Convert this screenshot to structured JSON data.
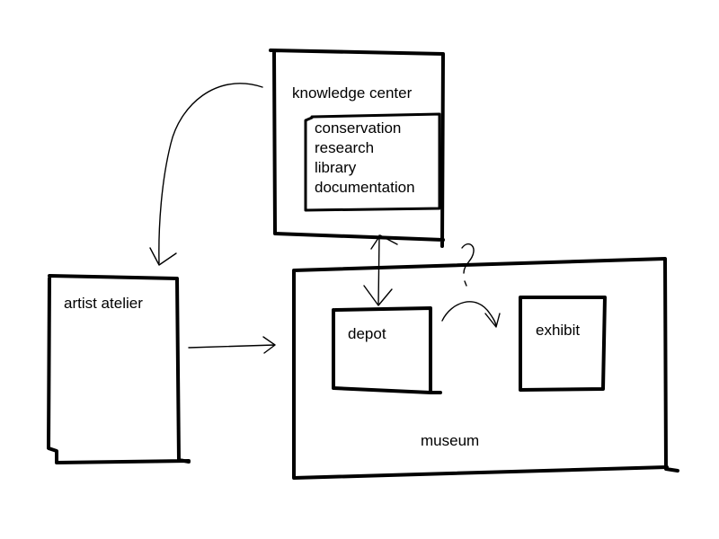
{
  "labels": {
    "knowledge_center": "knowledge center",
    "artist_atelier": "artist atelier",
    "depot": "depot",
    "exhibit": "exhibit",
    "museum": "museum",
    "question_mark": "?"
  },
  "knowledge_center_items": [
    "conservation",
    "research",
    "library",
    "documentation"
  ],
  "colors": {
    "ink": "#000000",
    "background": "#ffffff"
  }
}
